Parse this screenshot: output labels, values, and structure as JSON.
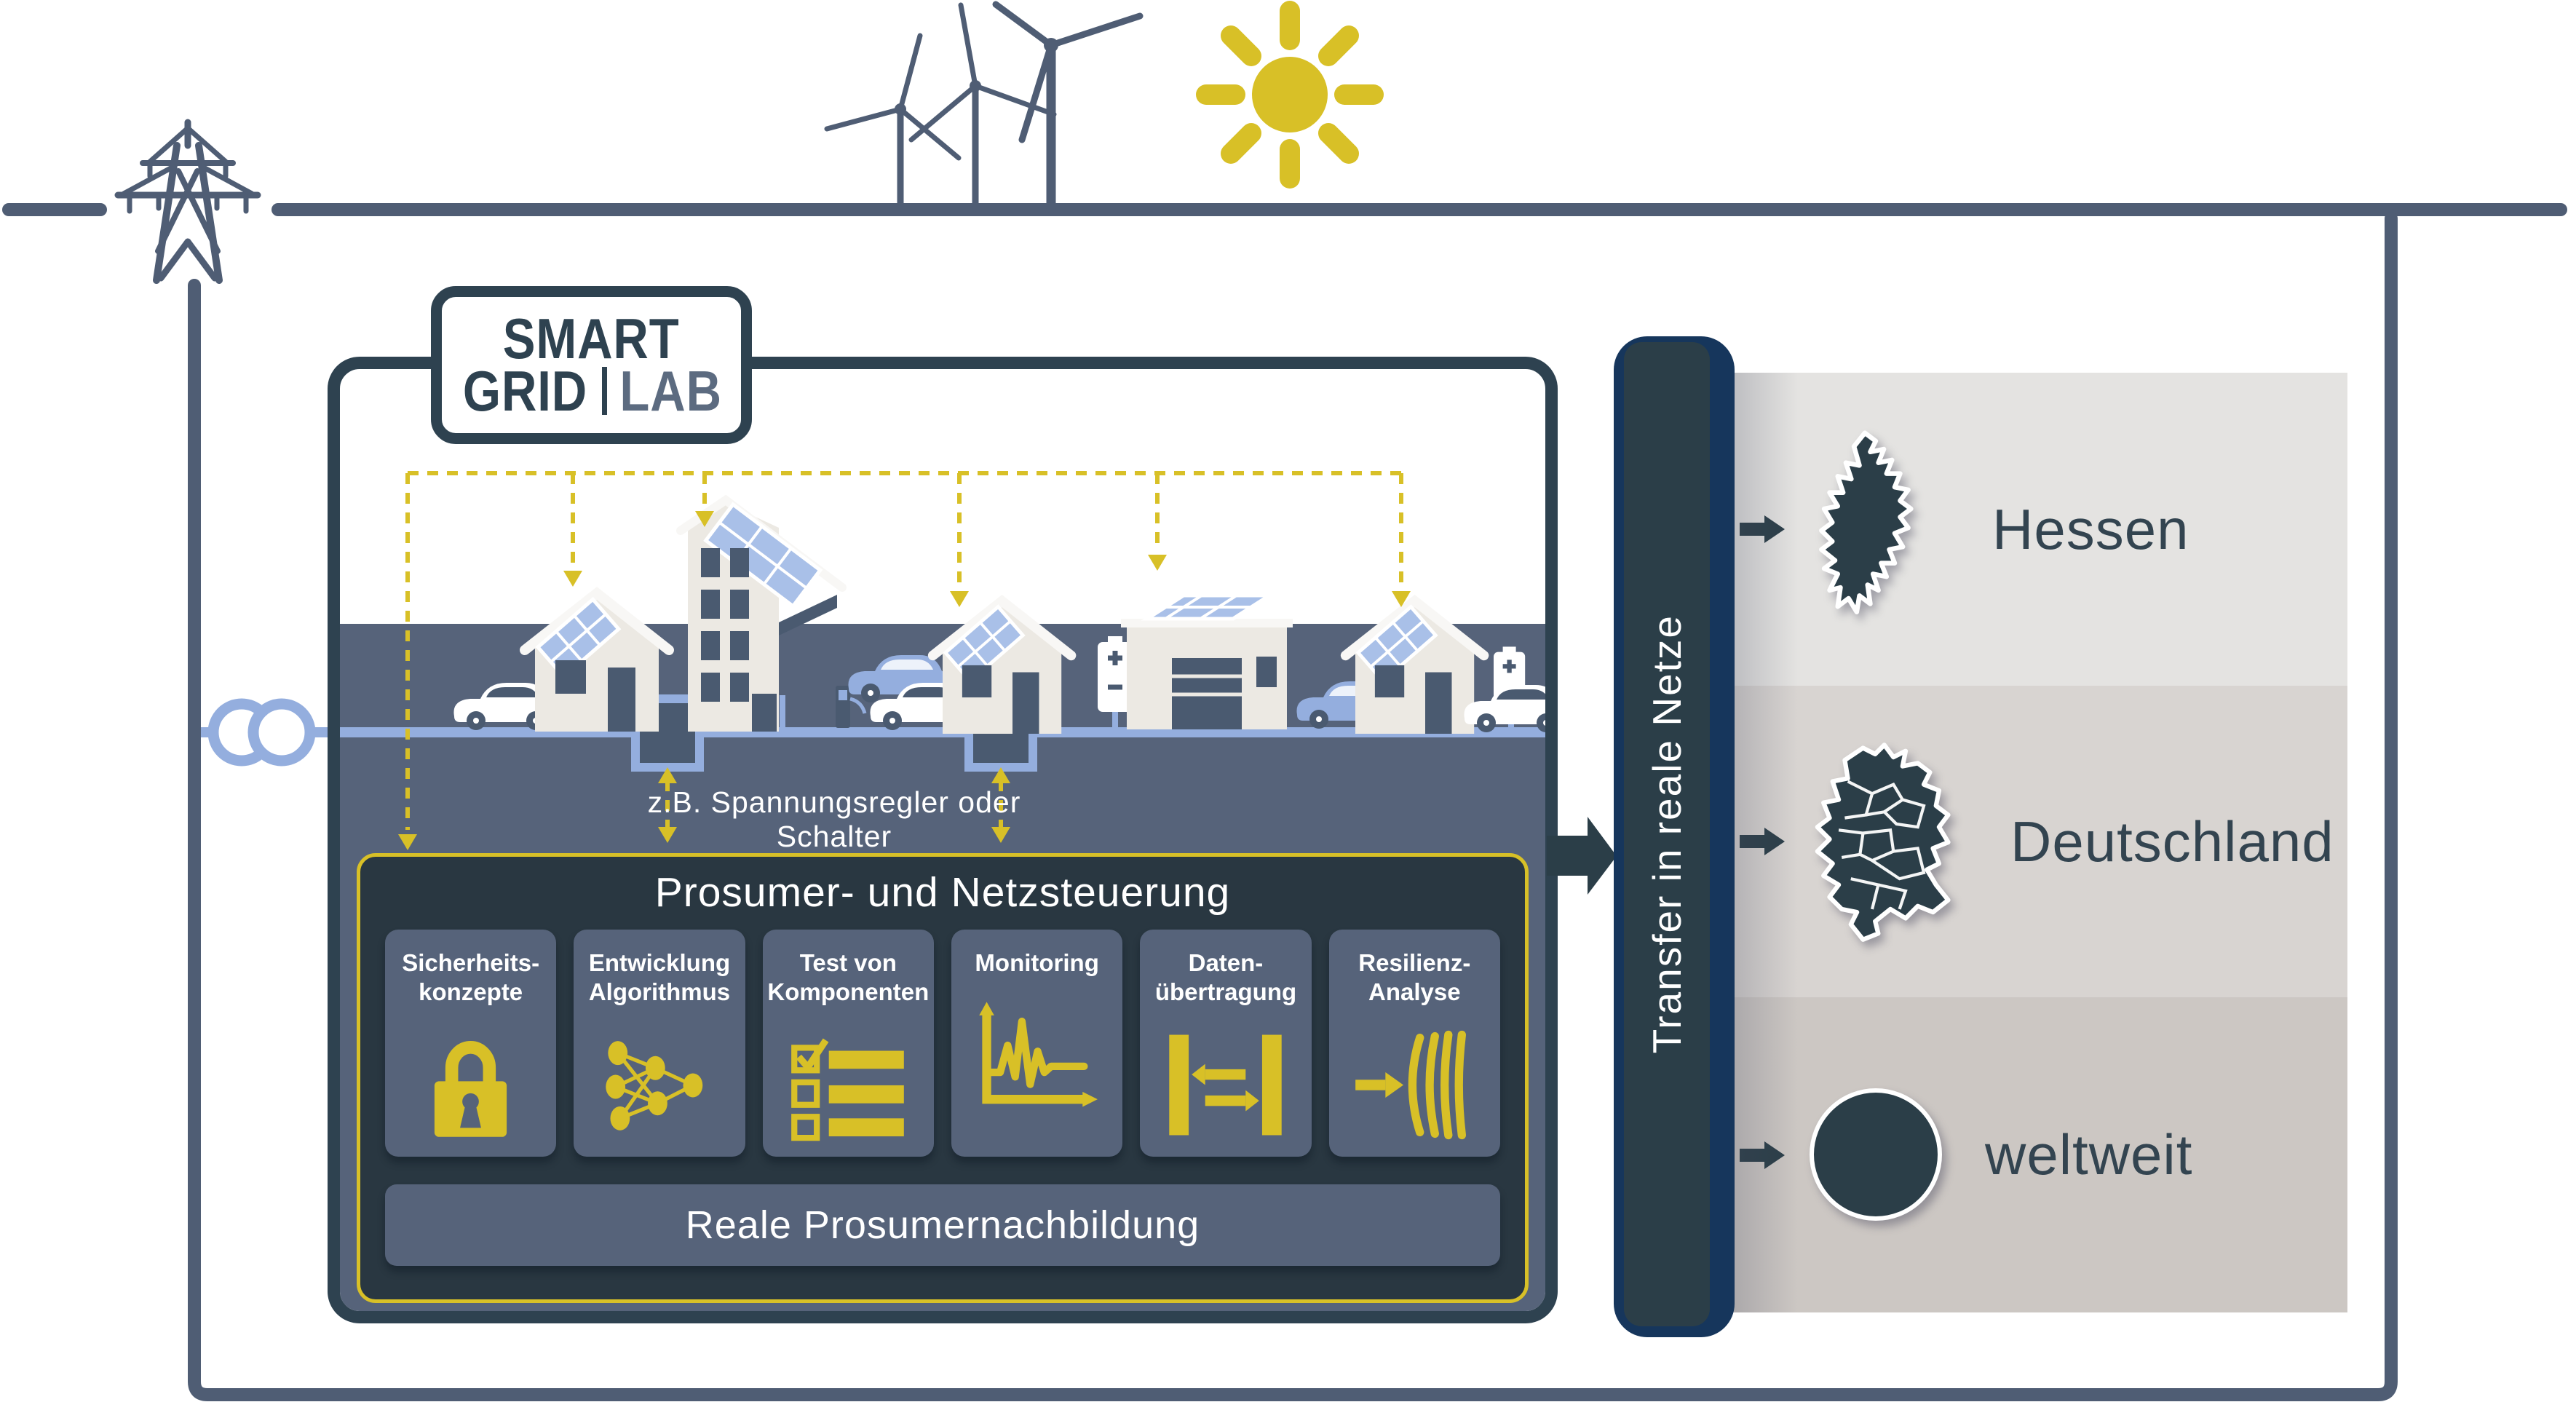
{
  "logo": {
    "word_smart": "SMART",
    "word_grid": "GRID",
    "word_lab": "LAB"
  },
  "scene": {
    "caption": "z.B. Spannungsregler oder Schalter"
  },
  "panel": {
    "title": "Prosumer- und Netzsteuerung",
    "boxes": [
      {
        "line1": "Sicherheits-",
        "line2": "konzepte",
        "icon": "lock-icon"
      },
      {
        "line1": "Entwicklung",
        "line2": "Algorithmus",
        "icon": "neural-network-icon"
      },
      {
        "line1": "Test von",
        "line2": "Komponenten",
        "icon": "checklist-icon"
      },
      {
        "line1": "Monitoring",
        "line2": "",
        "icon": "monitoring-graph-icon"
      },
      {
        "line1": "Daten-",
        "line2": "übertragung",
        "icon": "data-transfer-icon"
      },
      {
        "line1": "Resilienz-",
        "line2": "Analyse",
        "icon": "resilience-icon"
      }
    ],
    "bottom_bar": "Reale Prosumernachbildung"
  },
  "transfer": {
    "label": "Transfer in reale Netze"
  },
  "regions": [
    {
      "label": "Hessen",
      "icon": "hessen-map-icon"
    },
    {
      "label": "Deutschland",
      "icon": "germany-map-icon"
    },
    {
      "label": "weltweit",
      "icon": "globe-icon"
    }
  ],
  "colors": {
    "line_gray_blue": "#4F5D74",
    "dark_slate": "#2E4250",
    "panel_dark": "#293741",
    "box_blue_gray": "#56637A",
    "accent_yellow": "#D8C027",
    "power_line_blue": "#94AEDE",
    "solar_blue": "#A9C0E8",
    "navy": "#16365C",
    "region_bg_1": "#E4E3E1",
    "region_bg_2": "#D8D4D1",
    "region_bg_3": "#CCC7C3",
    "region_text": "#334450"
  }
}
